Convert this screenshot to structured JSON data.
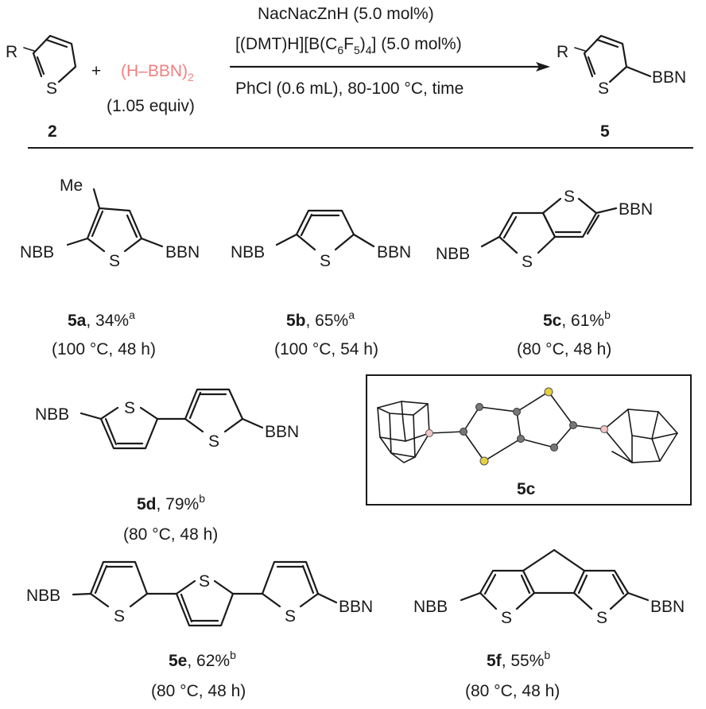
{
  "colors": {
    "bbn": "#f08080",
    "text": "#1a1a1a",
    "sulfur_atom": "#e6d040",
    "boron_atom": "#f3c6c6"
  },
  "reaction": {
    "reactant_label": "2",
    "reactant_subst": "R",
    "sulfur": "S",
    "plus": "+",
    "reagent_main": "(H–BBN)",
    "reagent_sub": "2",
    "reagent_equiv": "(1.05 equiv)",
    "cond_line1": "NacNacZnH (5.0 mol%)",
    "cond_line2_a": "[(DMT)H][B(C",
    "cond_line2_sub1": "6",
    "cond_line2_b": "F",
    "cond_line2_sub2": "5",
    "cond_line2_c": ")",
    "cond_line2_sub3": "4",
    "cond_line2_d": "] (5.0 mol%)",
    "cond_line3": "PhCl (0.6 mL), 80-100 °C, time",
    "product_label": "5",
    "product_subst": "R",
    "bbn": "BBN"
  },
  "groups": {
    "bbn": "BBN",
    "nbb": "NBB",
    "me": "Me",
    "s": "S"
  },
  "compounds": [
    {
      "id": "5a",
      "yield": ", 34%",
      "note": "a",
      "cond": "(100 °C, 48 h)"
    },
    {
      "id": "5b",
      "yield": ", 65%",
      "note": "a",
      "cond": "(100 °C, 54 h)"
    },
    {
      "id": "5c",
      "yield": ", 61%",
      "note": "b",
      "cond": "(80 °C, 48 h)"
    },
    {
      "id": "5d",
      "yield": ", 79%",
      "note": "b",
      "cond": "(80 °C, 48 h)"
    },
    {
      "id": "5e",
      "yield": ", 62%",
      "note": "b",
      "cond": "(80 °C, 48 h)"
    },
    {
      "id": "5f",
      "yield": ", 55%",
      "note": "b",
      "cond": "(80 °C, 48 h)"
    }
  ],
  "crystal": {
    "label": "5c"
  }
}
